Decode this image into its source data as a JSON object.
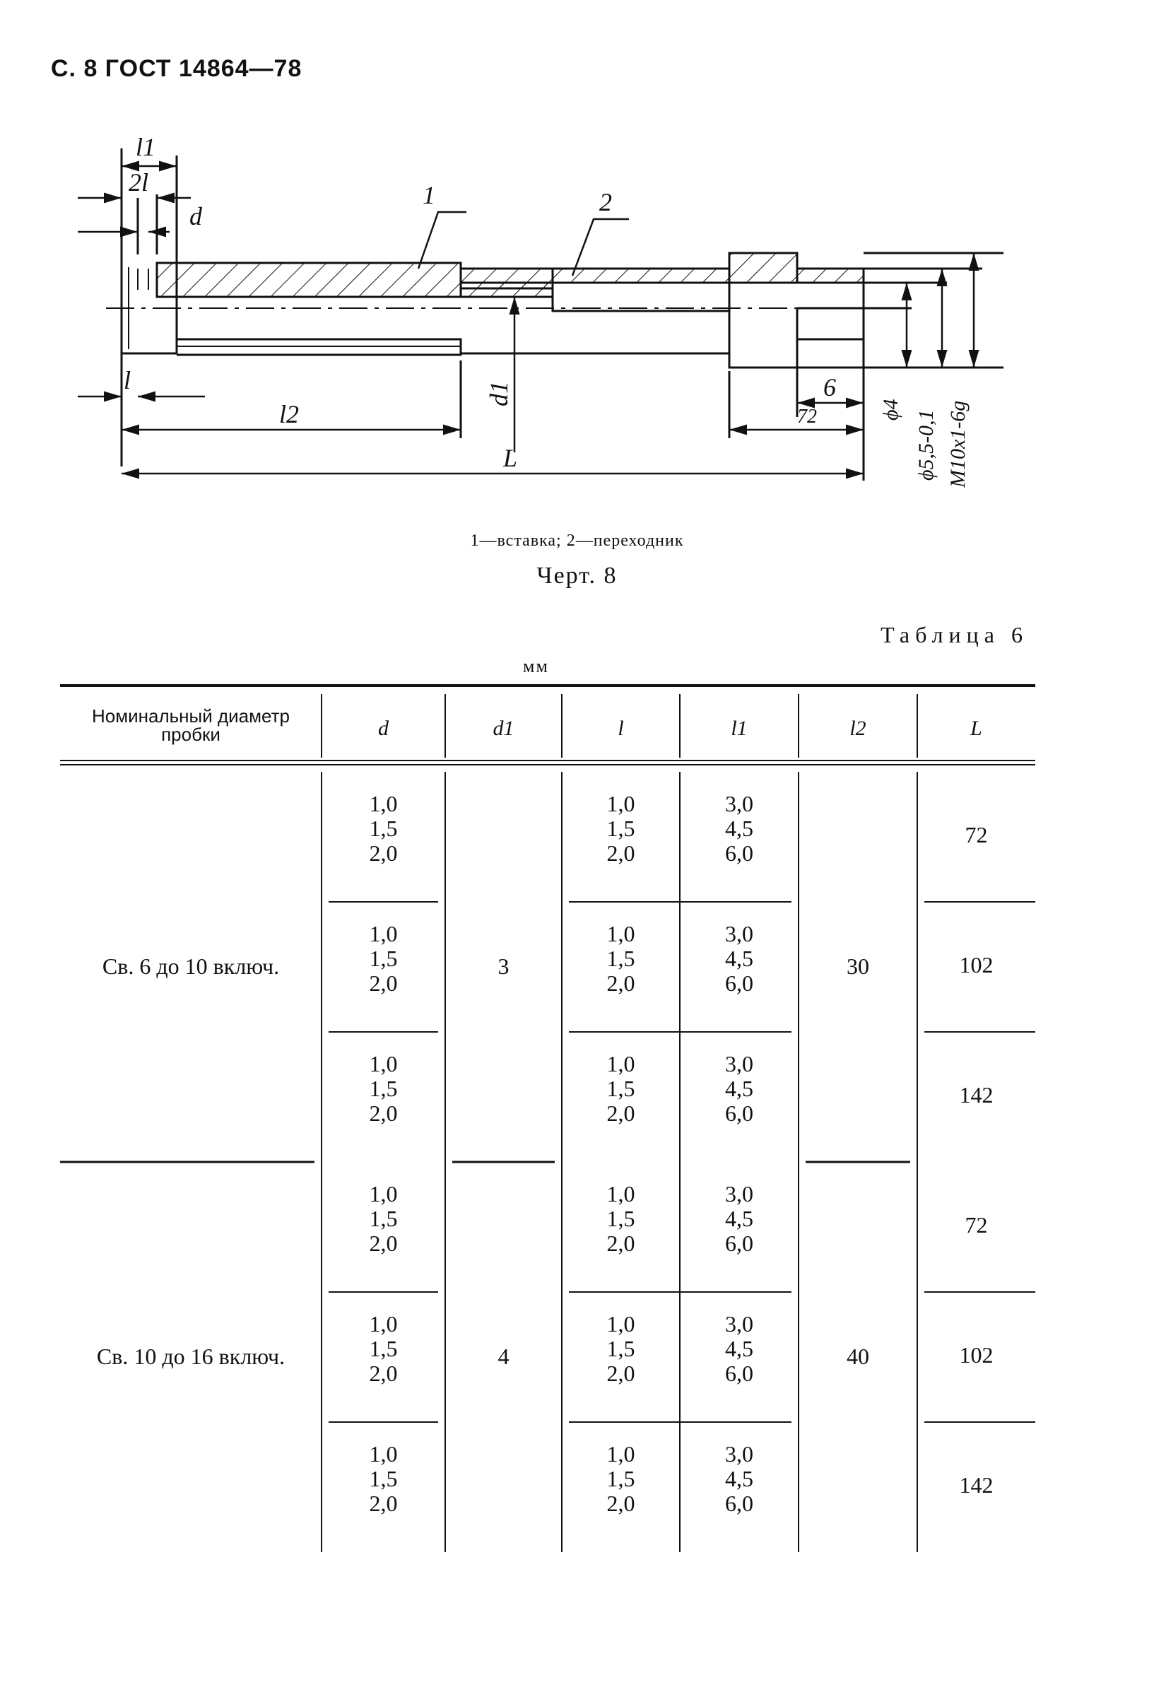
{
  "header": {
    "text": "С. 8 ГОСТ 14864—78"
  },
  "drawing": {
    "leaders": {
      "part1": "1",
      "part2": "2"
    },
    "dims": {
      "l1": "l1",
      "two_l": "2l",
      "d": "d",
      "l": "l",
      "l2": "l2",
      "L": "L",
      "d1": "d1",
      "six": "6",
      "seventy_two": "72",
      "phi4": "ϕ4",
      "phi55": "ϕ5,5-0,1",
      "thread": "M10x1-6g"
    }
  },
  "legend": "1—вставка; 2—переходник",
  "figure_caption": "Черт. 8",
  "table": {
    "title": "Таблица 6",
    "units": "мм",
    "headers": {
      "nominal": "Номинальный диаметр пробки",
      "d": "d",
      "d1": "d1",
      "l": "l",
      "l1": "l1",
      "l2": "l2",
      "L": "L"
    },
    "groups": [
      {
        "nominal": "Св. 6 до 10 включ.",
        "d1": "3",
        "l2": "30",
        "rows": [
          {
            "d": [
              "1,0",
              "1,5",
              "2,0"
            ],
            "l": [
              "1,0",
              "1,5",
              "2,0"
            ],
            "l1": [
              "3,0",
              "4,5",
              "6,0"
            ],
            "L": "72"
          },
          {
            "d": [
              "1,0",
              "1,5",
              "2,0"
            ],
            "l": [
              "1,0",
              "1,5",
              "2,0"
            ],
            "l1": [
              "3,0",
              "4,5",
              "6,0"
            ],
            "L": "102"
          },
          {
            "d": [
              "1,0",
              "1,5",
              "2,0"
            ],
            "l": [
              "1,0",
              "1,5",
              "2,0"
            ],
            "l1": [
              "3,0",
              "4,5",
              "6,0"
            ],
            "L": "142"
          }
        ]
      },
      {
        "nominal": "Св. 10 до 16 включ.",
        "d1": "4",
        "l2": "40",
        "rows": [
          {
            "d": [
              "1,0",
              "1,5",
              "2,0"
            ],
            "l": [
              "1,0",
              "1,5",
              "2,0"
            ],
            "l1": [
              "3,0",
              "4,5",
              "6,0"
            ],
            "L": "72"
          },
          {
            "d": [
              "1,0",
              "1,5",
              "2,0"
            ],
            "l": [
              "1,0",
              "1,5",
              "2,0"
            ],
            "l1": [
              "3,0",
              "4,5",
              "6,0"
            ],
            "L": "102"
          },
          {
            "d": [
              "1,0",
              "1,5",
              "2,0"
            ],
            "l": [
              "1,0",
              "1,5",
              "2,0"
            ],
            "l1": [
              "3,0",
              "4,5",
              "6,0"
            ],
            "L": "142"
          }
        ]
      }
    ]
  }
}
